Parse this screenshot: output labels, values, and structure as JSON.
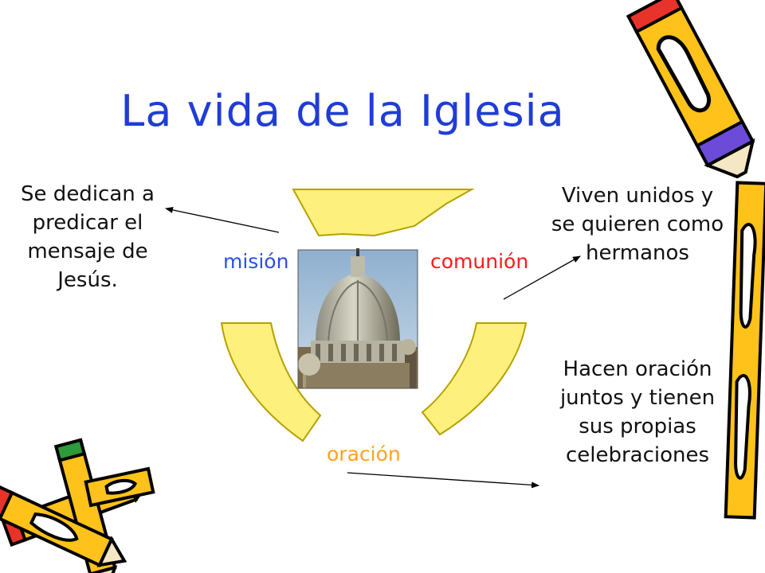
{
  "slide": {
    "title": "La vida de la Iglesia",
    "cycle": {
      "segments": [
        {
          "label": "misión",
          "color": "#2b4fe6"
        },
        {
          "label": "comunión",
          "color": "#ff1a1a"
        },
        {
          "label": "oración",
          "color": "#ffa21c"
        }
      ],
      "segment_fill": "#fdf07c",
      "segment_stroke": "#b5a100"
    },
    "notes": {
      "mision": "Se dedican a predicar el mensaje de Jesús.",
      "comunion": "Viven unidos y se quieren como hermanos",
      "oracion": "Hacen oración juntos y tienen sus propias celebraciones"
    },
    "center_image": "st-peters-basilica-dome-photo",
    "decorations": [
      "pencil-clipart-top-right",
      "pencil-clipart-right",
      "pencils-clipart-bottom-left"
    ]
  }
}
